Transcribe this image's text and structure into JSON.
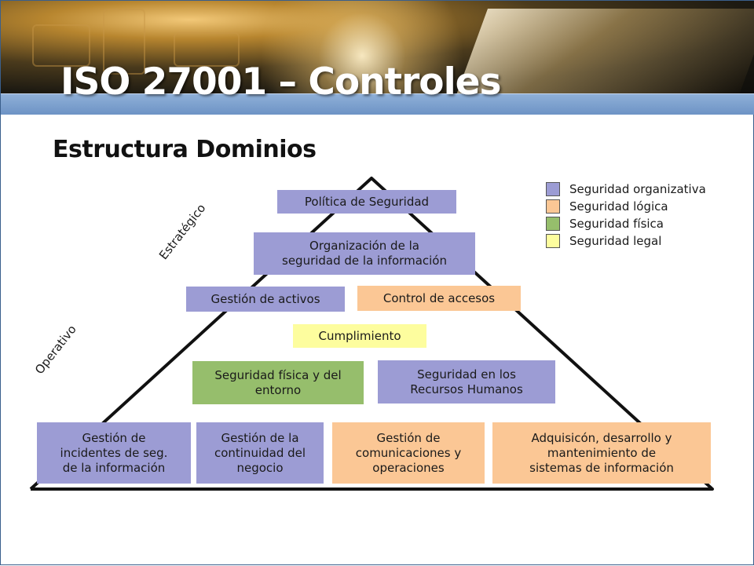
{
  "slide": {
    "title": "ISO 27001 – Controles",
    "subtitle": "Estructura Dominios"
  },
  "axis_labels": {
    "strategic": "Estratégico",
    "operative": "Operativo"
  },
  "legend": [
    {
      "label": "Seguridad organizativa",
      "color": "#9c9cd4"
    },
    {
      "label": "Seguridad lógica",
      "color": "#fbc795"
    },
    {
      "label": "Seguridad física",
      "color": "#96be6c"
    },
    {
      "label": "Seguridad legal",
      "color": "#fdfd9e"
    }
  ],
  "domains": {
    "politica": "Política de Seguridad",
    "organizacion": "Organización de la\nseguridad de la información",
    "activos": "Gestión de activos",
    "accesos": "Control de accesos",
    "cumplimiento": "Cumplimiento",
    "fisica": "Seguridad física y del\nentorno",
    "rrhh": "Seguridad en los\nRecursos Humanos",
    "incidentes": "Gestión de\nincidentes de seg.\nde la información",
    "continuidad": "Gestión de la\ncontinuidad del\nnegocio",
    "comunicaciones": "Gestión de\ncomunicaciones y\noperaciones",
    "adquisicion": "Adquisicón, desarrollo y\nmantenimiento de\nsistemas de información"
  }
}
